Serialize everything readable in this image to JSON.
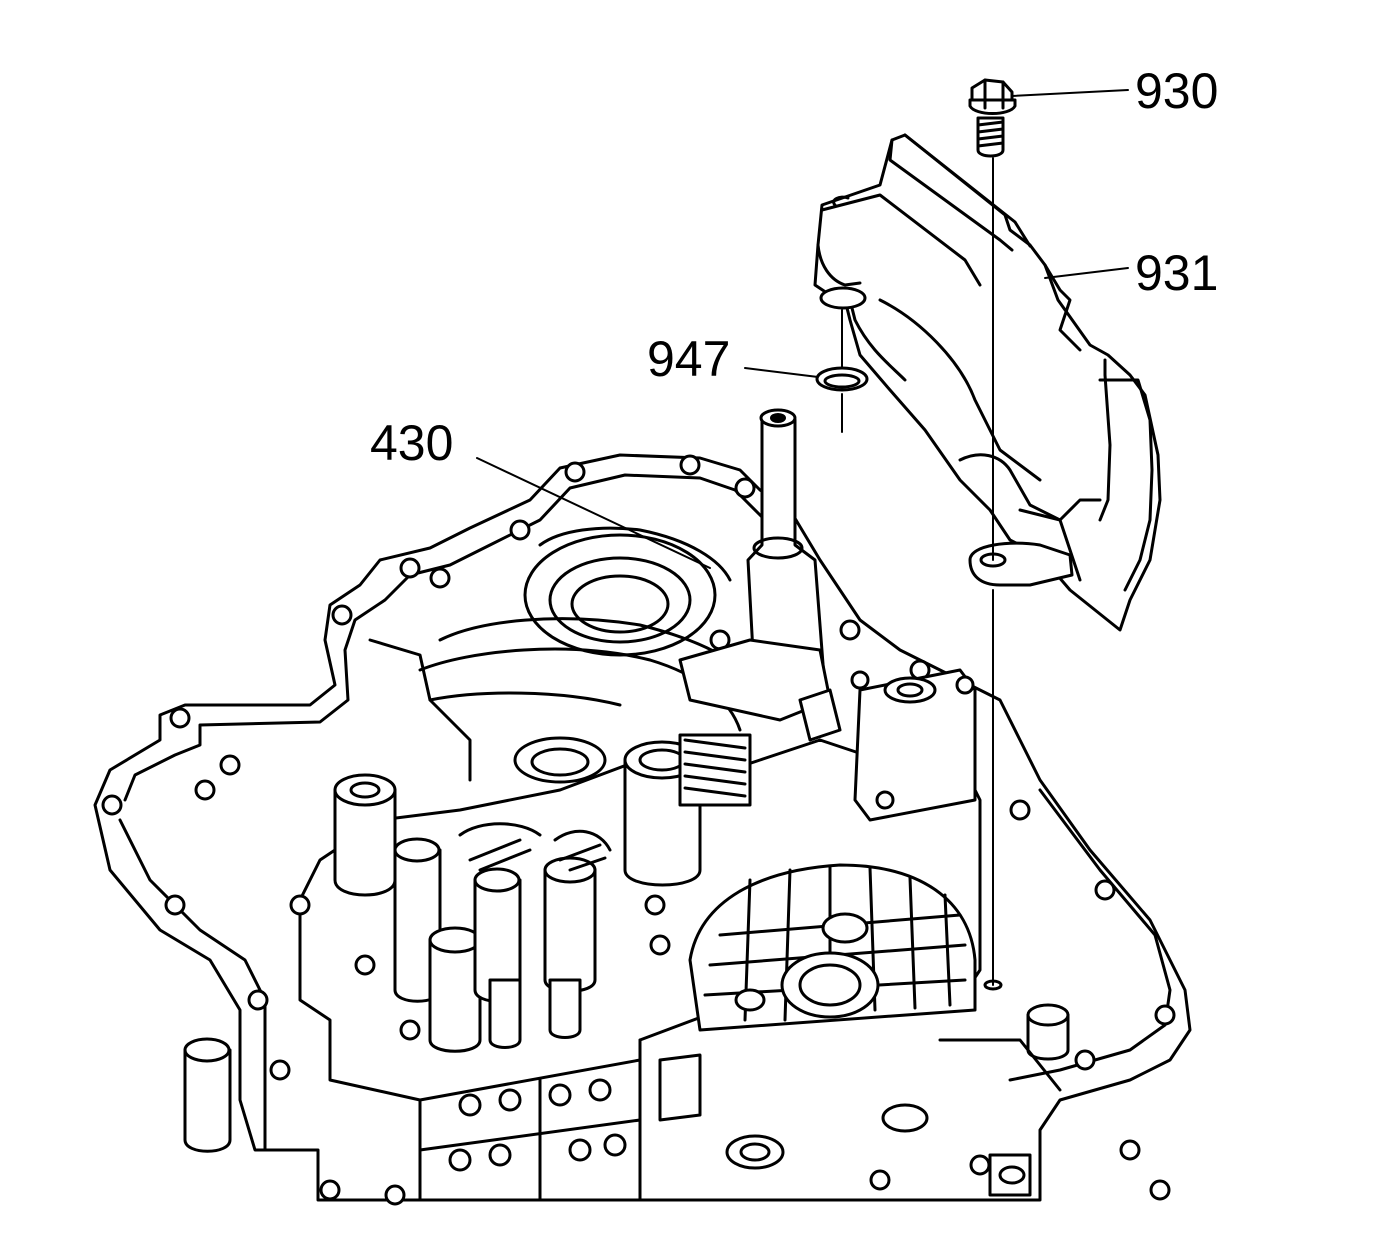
{
  "callouts": [
    {
      "id": "930",
      "label": "930"
    },
    {
      "id": "931",
      "label": "931"
    },
    {
      "id": "947",
      "label": "947"
    },
    {
      "id": "430",
      "label": "430"
    }
  ]
}
